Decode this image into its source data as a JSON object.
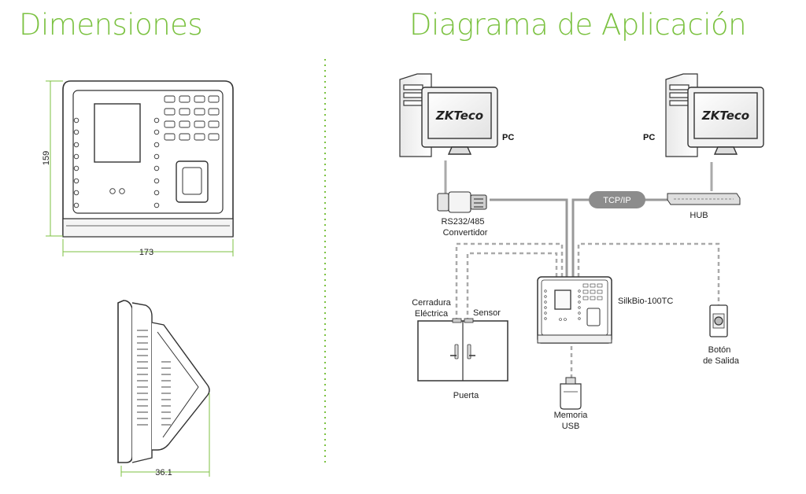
{
  "headings": {
    "left": "Dimensiones",
    "right": "Diagrama de Aplicación"
  },
  "dimensions": {
    "height": "159",
    "width": "173",
    "depth": "36.1"
  },
  "labels": {
    "pc_left": "PC",
    "pc_right": "PC",
    "tcpip": "TCP/IP",
    "hub": "HUB",
    "rs_line1": "RS232/485",
    "rs_line2": "Convertidor",
    "lock_line1": "Cerradura",
    "lock_line2": "Eléctrica",
    "sensor": "Sensor",
    "device": "SilkBio-100TC",
    "exit_line1": "Botón",
    "exit_line2": "de Salida",
    "door": "Puerta",
    "usb_line1": "Memoria",
    "usb_line2": "USB"
  },
  "logo": {
    "text": "ZKTeco",
    "brand_color": "#7cc242"
  },
  "colors": {
    "accent": "#7cc242",
    "line": "#999999",
    "outline": "#333333"
  }
}
